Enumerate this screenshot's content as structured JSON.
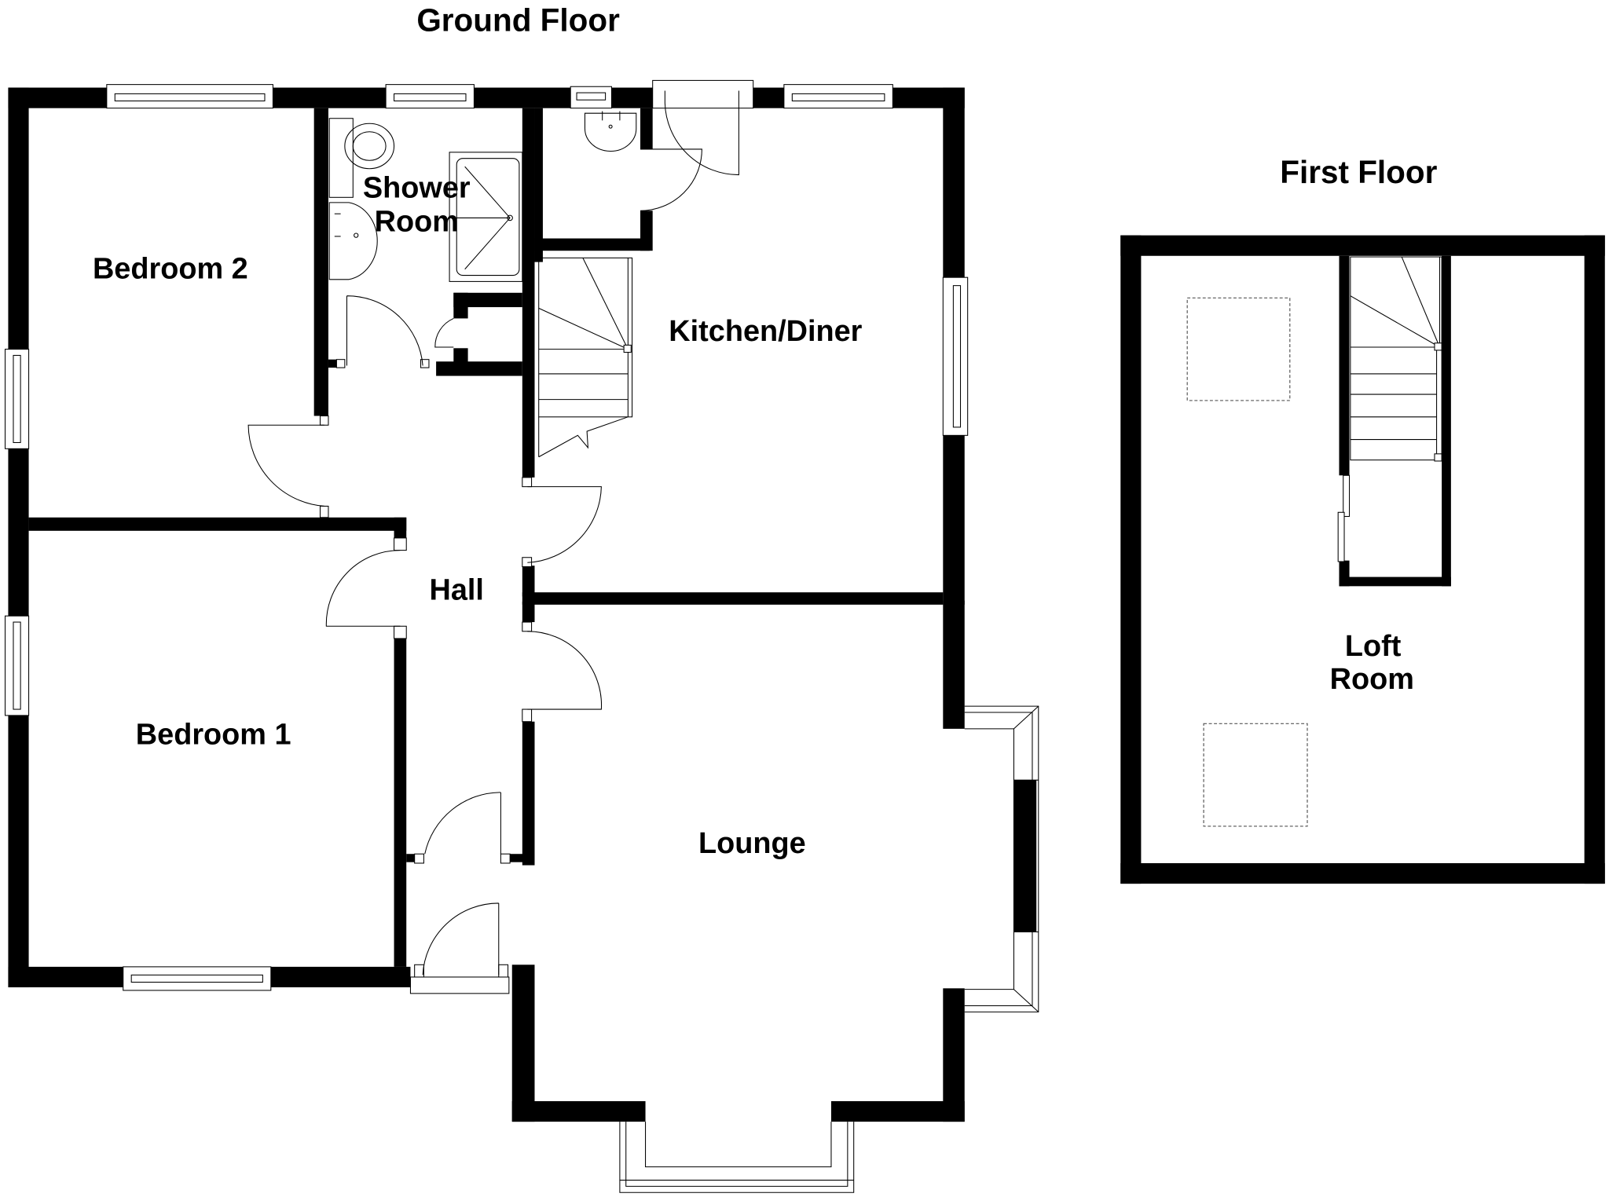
{
  "titles": {
    "ground_floor": "Ground Floor",
    "first_floor": "First Floor"
  },
  "rooms": {
    "bedroom_2": "Bedroom 2",
    "shower_room_line1": "Shower",
    "shower_room_line2": "Room",
    "kitchen_diner": "Kitchen/Diner",
    "hall": "Hall",
    "bedroom_1": "Bedroom 1",
    "lounge": "Lounge",
    "loft_room_line1": "Loft",
    "loft_room_line2": "Room"
  },
  "colors": {
    "wall": "#000000",
    "background": "#ffffff",
    "fixture_line": "#000000",
    "skylight_dash": "#555555"
  },
  "icons": {
    "door": "door-swing-icon",
    "window": "window-icon",
    "stairs": "staircase-icon",
    "toilet": "toilet-icon",
    "basin": "basin-icon",
    "shower": "shower-tray-icon",
    "skylight": "skylight-icon"
  }
}
